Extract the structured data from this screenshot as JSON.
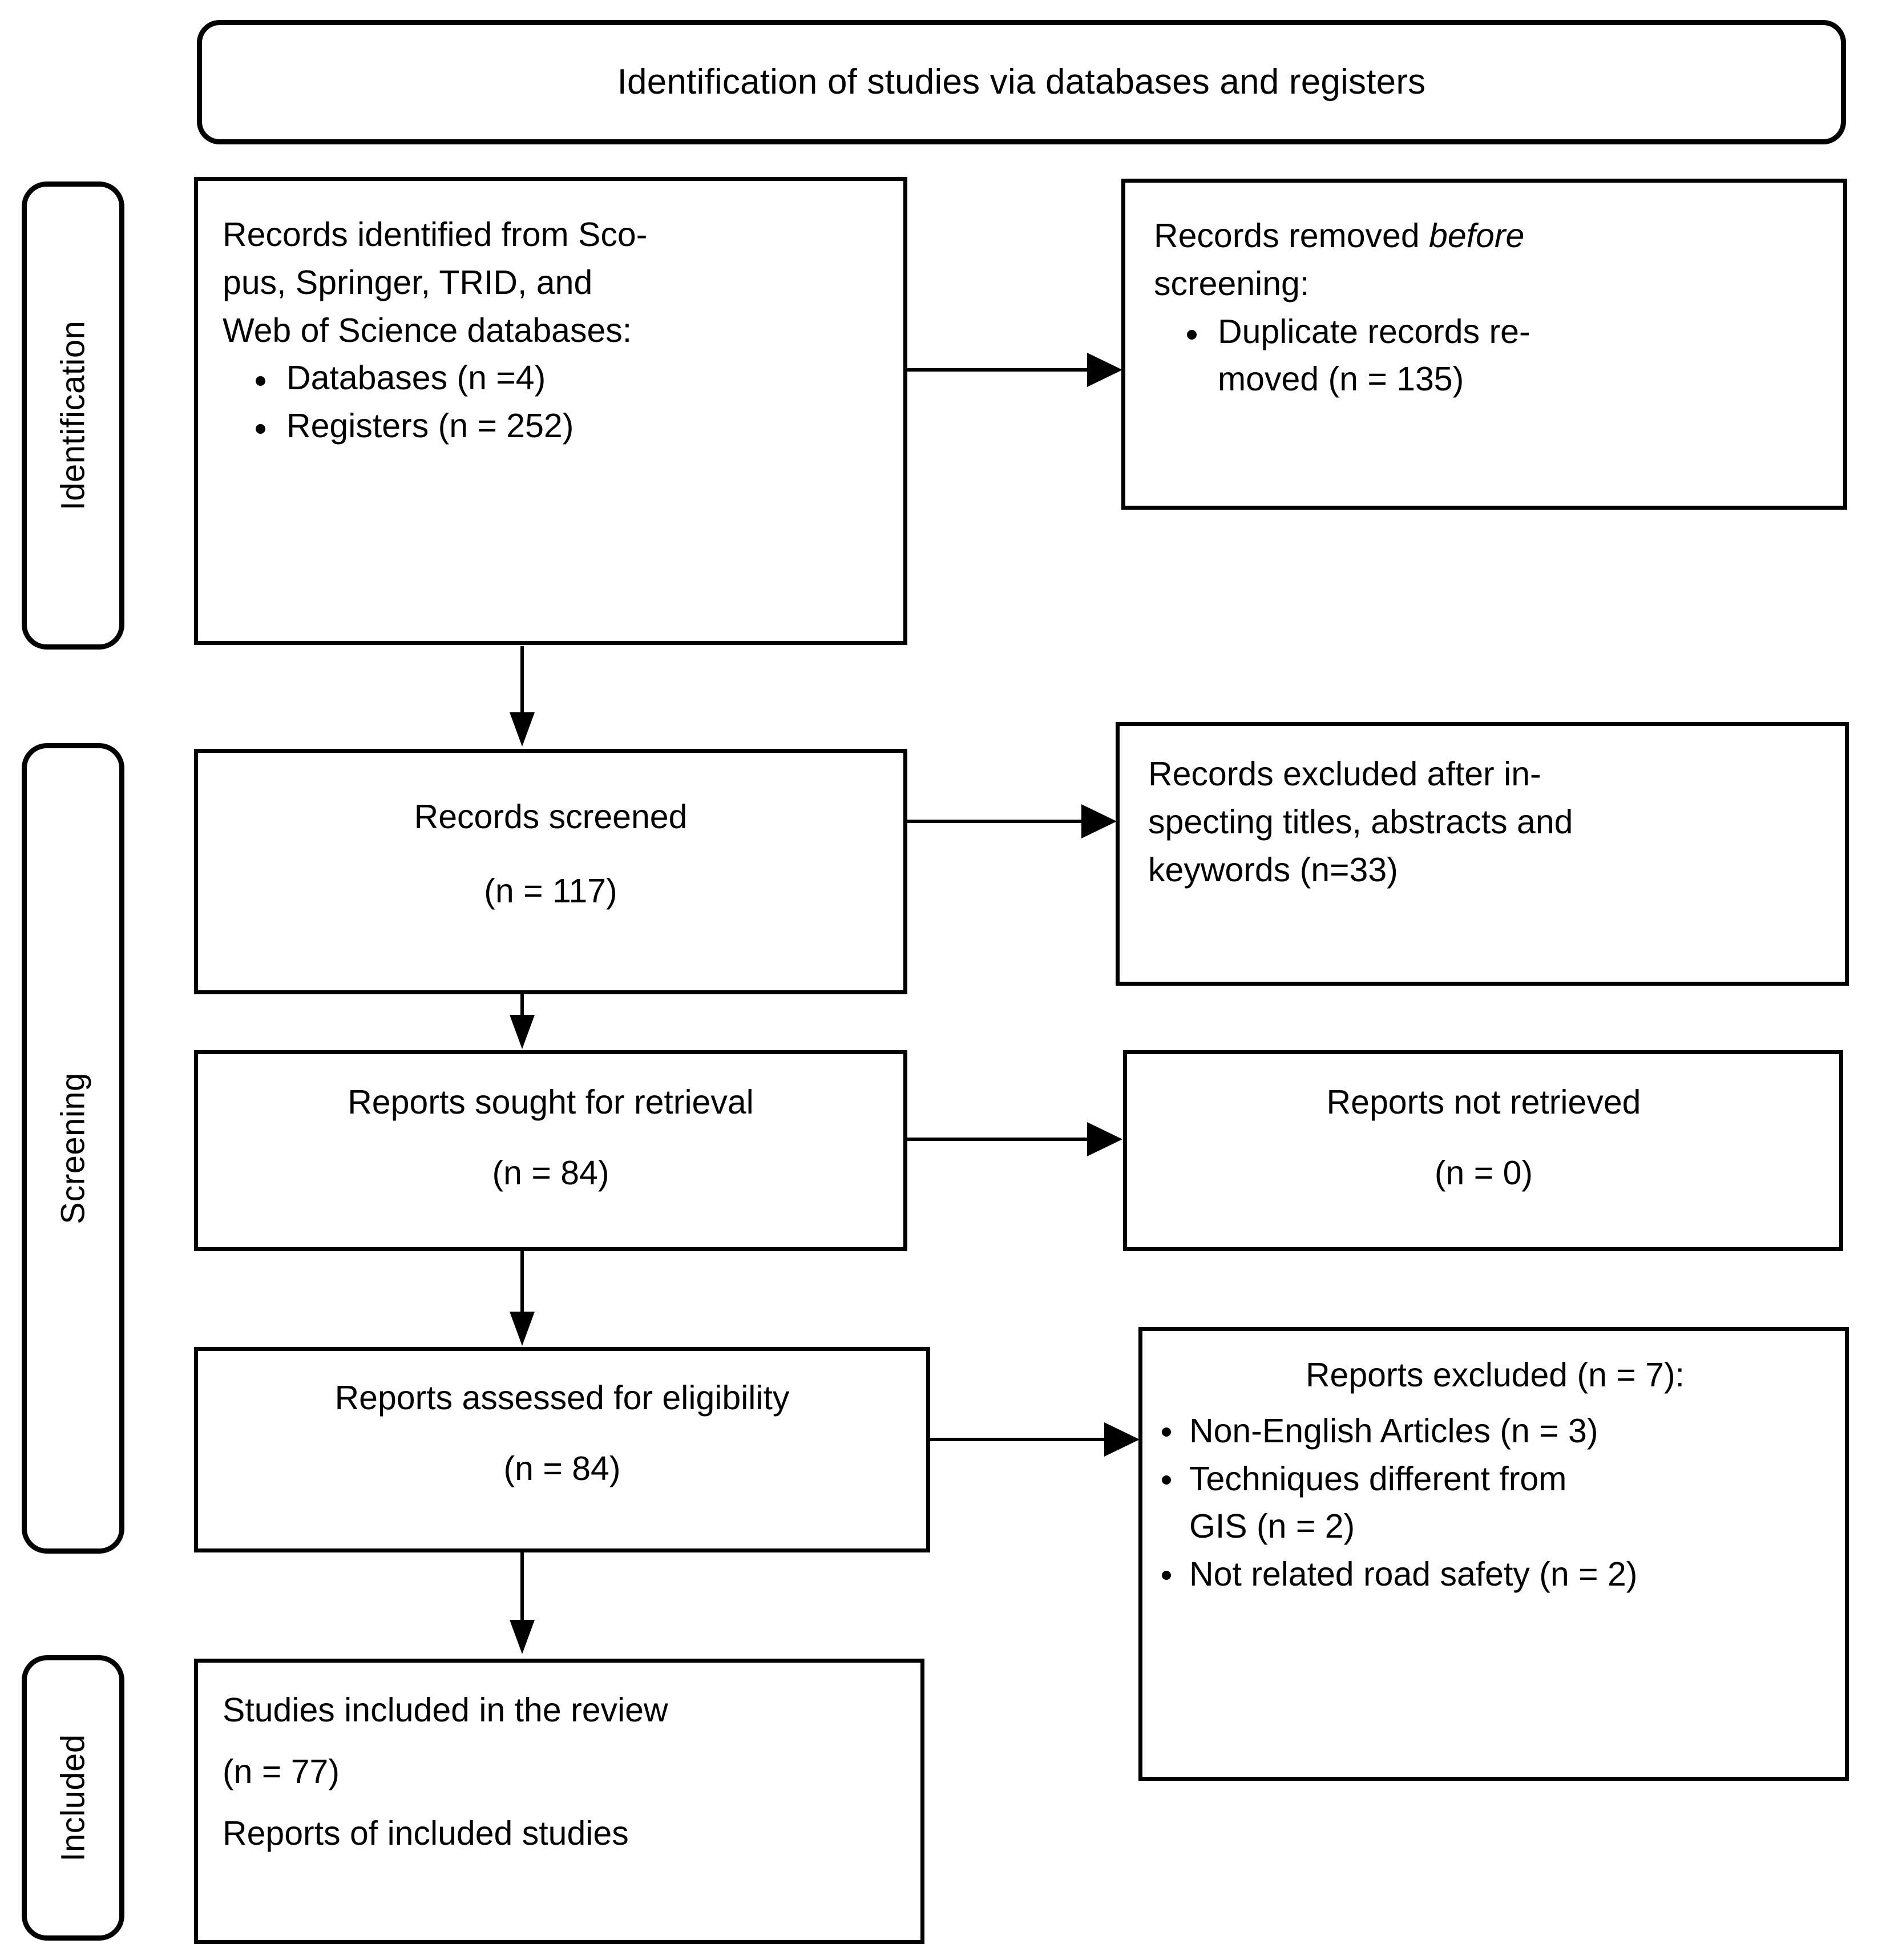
{
  "diagram": {
    "type": "prisma-flow-diagram",
    "header": {
      "title": "Identification of studies via databases and registers"
    },
    "stages": [
      {
        "id": "identification",
        "label": "Identification"
      },
      {
        "id": "screening",
        "label": "Screening"
      },
      {
        "id": "included",
        "label": "Included"
      }
    ],
    "boxes": {
      "records_identified": {
        "line1": "Records identified from Sco-",
        "line2": "pus, Springer, TRID, and",
        "line3": "Web of Science databases:",
        "bullets": [
          "Databases (n =4)",
          "Registers (n = 252)"
        ]
      },
      "records_removed": {
        "line1_a": "Records removed ",
        "line1_italic": "before",
        "line2": "screening:",
        "bullets": [
          "Duplicate records re-",
          "moved (n = 135)"
        ]
      },
      "records_screened": {
        "line1": "Records screened",
        "line2": "(n = 117)"
      },
      "records_excluded": {
        "line1": "Records excluded after in-",
        "line2": "specting titles, abstracts and",
        "line3": "keywords (n=33)"
      },
      "reports_sought": {
        "line1": "Reports sought for retrieval",
        "line2": "(n = 84)"
      },
      "reports_not_retrieved": {
        "line1": "Reports not retrieved",
        "line2": "(n = 0)"
      },
      "reports_assessed": {
        "line1": "Reports assessed for eligibility",
        "line2": "(n = 84)"
      },
      "reports_excluded": {
        "heading": "Reports excluded (n = 7):",
        "bullets": [
          "Non-English Articles (n = 3)",
          "Techniques different from",
          "GIS (n = 2)",
          "Not related road safety (n = 2)"
        ]
      },
      "studies_included": {
        "line1": "Studies included in the review",
        "line2": "(n = 77)",
        "line3": "Reports of included studies"
      }
    },
    "colors": {
      "stroke": "#000000",
      "background": "#ffffff",
      "text": "#000000"
    }
  }
}
